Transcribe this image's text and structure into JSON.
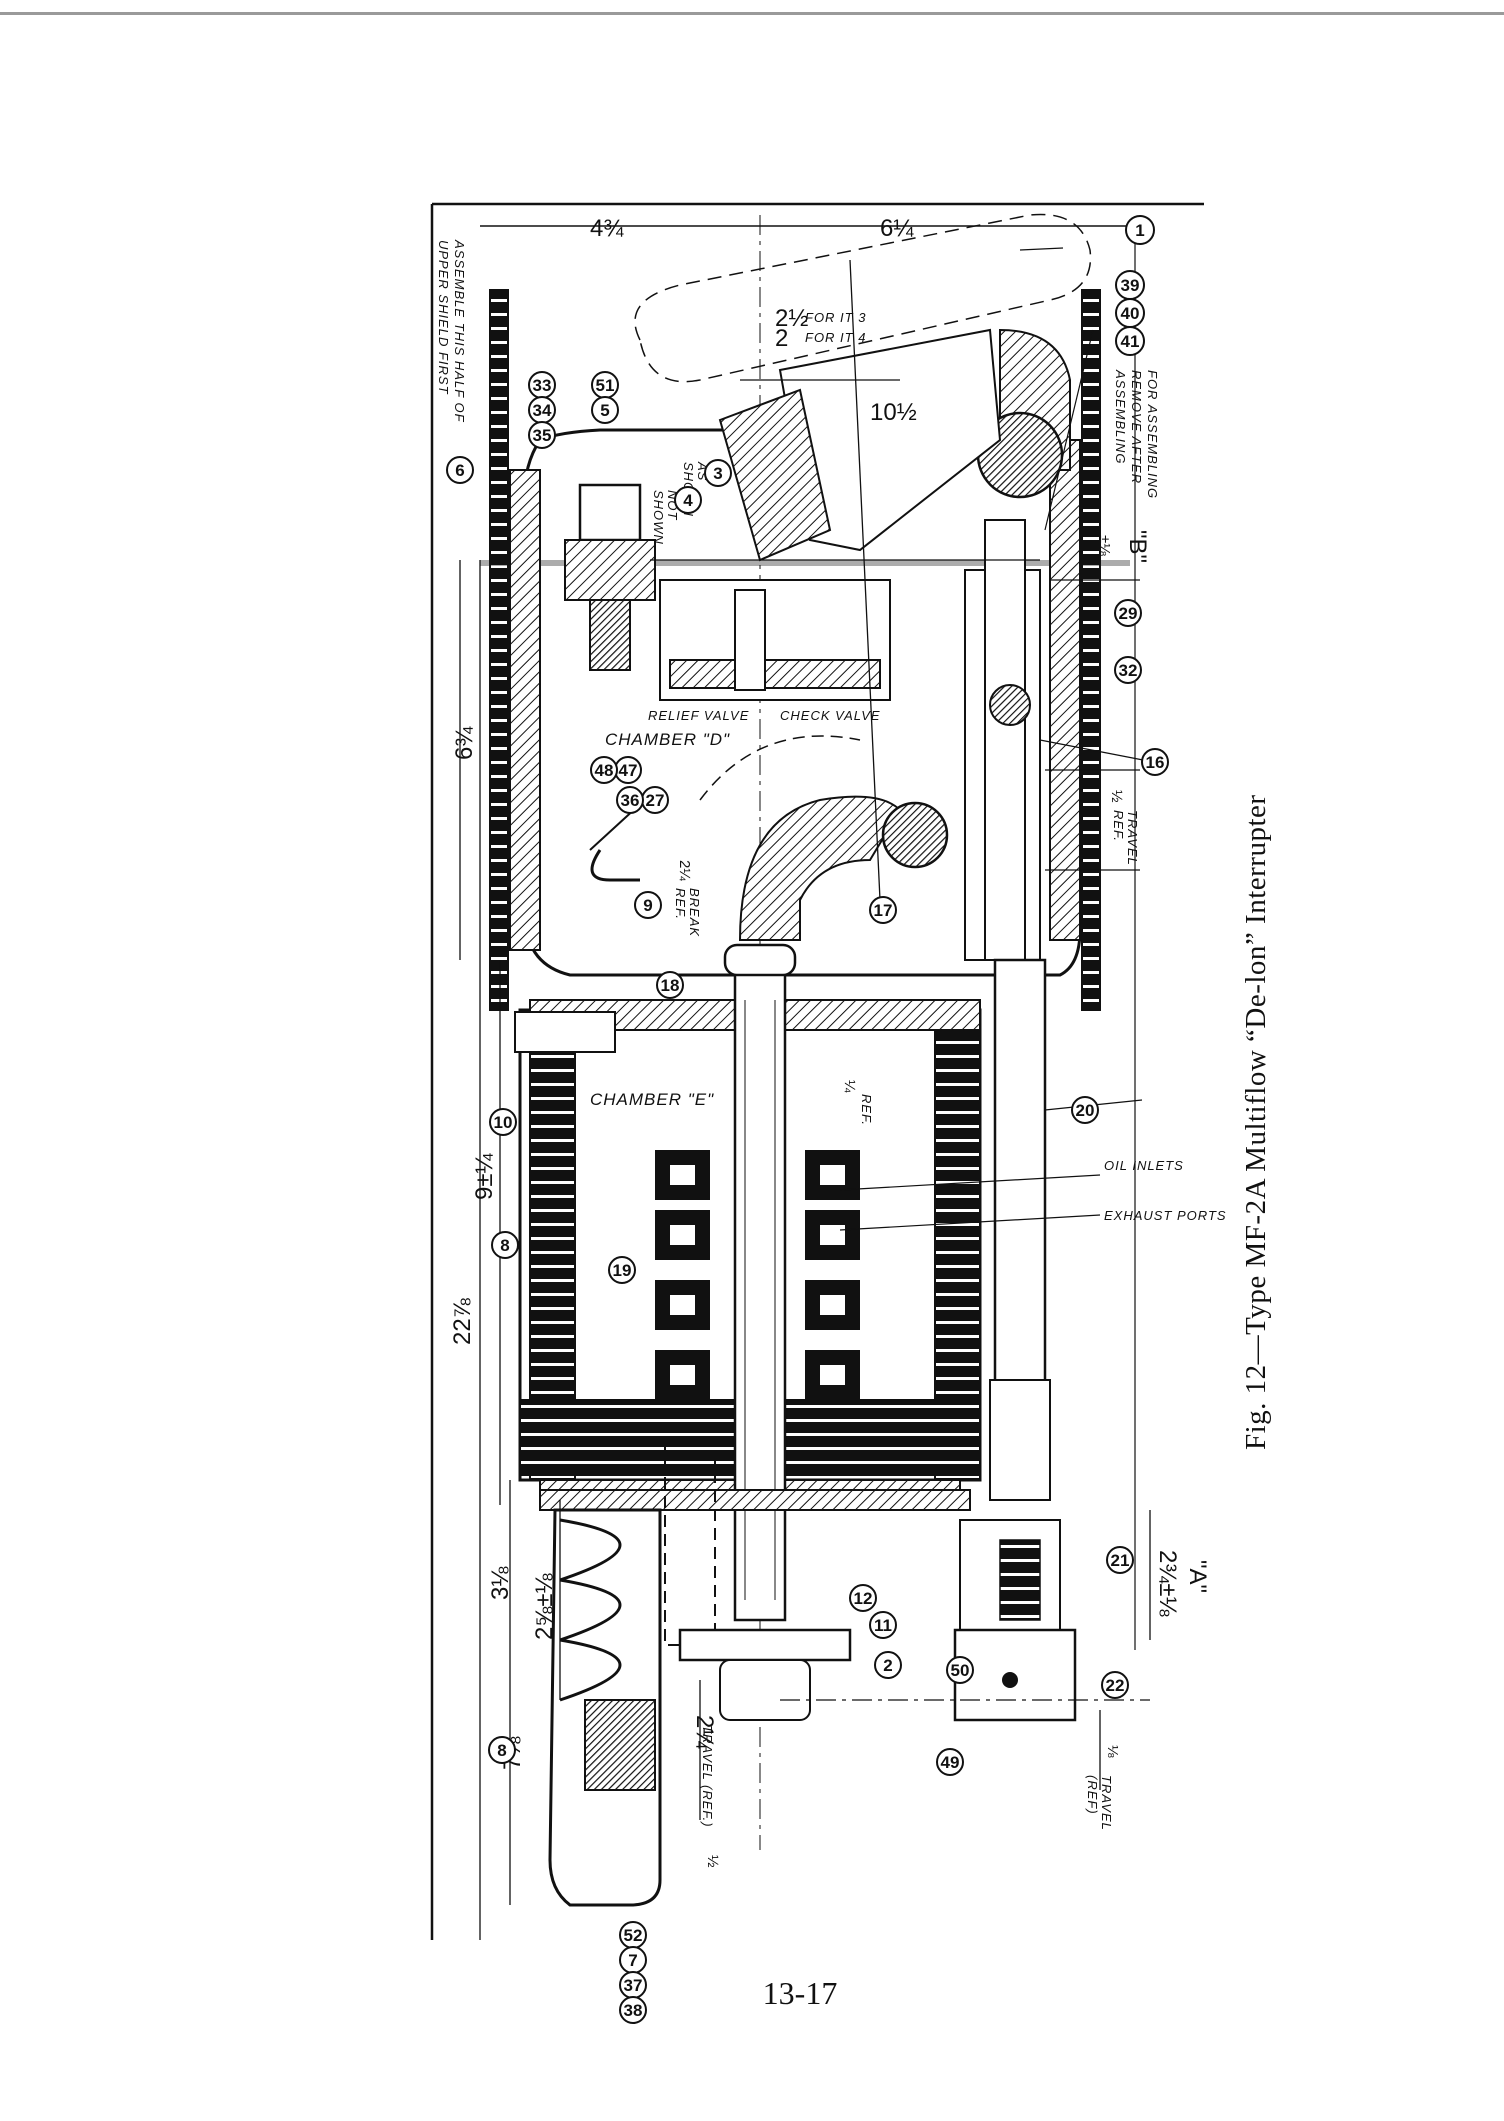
{
  "page": {
    "caption": "Fig. 12—Type MF-2A Multiflow “De-lon” Interrupter",
    "page_number": "13-17"
  },
  "notes": {
    "assemble_upper": "ASSEMBLE THIS HALF OF",
    "assemble_lower": "UPPER SHIELD FIRST",
    "for_assembling_1": "FOR ASSEMBLING",
    "for_assembling_2": "REMOVE AFTER",
    "for_assembling_3": "ASSEMBLING",
    "as_shown_1": "AS",
    "as_shown_2": "SHOWN",
    "not_shown_1": "NOT",
    "not_shown_2": "SHOWN",
    "relief_valve": "RELIEF VALVE",
    "check_valve": "CHECK VALVE",
    "chamber_d": "CHAMBER \"D\"",
    "chamber_e": "CHAMBER \"E\"",
    "oil_inlets": "OIL INLETS",
    "exhaust_ports": "EXHAUST PORTS",
    "travel_ref": "TRAVEL",
    "ref": "REF.",
    "break_ref": "BREAK",
    "travel_ref_paren": "(REF.)",
    "for_it3": "FOR IT 3",
    "for_it4": "FOR IT 4",
    "travel_ref_b": "(REF)"
  },
  "dimensions": {
    "d_4_3_4": "4¾",
    "d_6_1_4_top": "6¼",
    "d_2_1_2": "2½",
    "d_2": "2",
    "d_10_1_2": "10½",
    "d_6_3_4": "6¾",
    "d_9": "9±¼",
    "d_22_7_8": "22⅞",
    "d_3_1_8": "3⅛",
    "d_2_5_8": "2⅝±⅛",
    "d_7_5_8": "7⅝",
    "d_2_1_4_travel": "2¼",
    "d_1_2": "½",
    "d_1_8": "⅛",
    "d_2_1_4_break": "2¼",
    "d_1_4": "¼",
    "d_2_3_4_a": "2¾±⅛",
    "d_a": "\"A\"",
    "d_b": "\"B\"",
    "d_3_16": "±⅛"
  },
  "callouts": {
    "c1": "1",
    "c39": "39",
    "c40": "40",
    "c41": "41",
    "c51": "51",
    "c5": "5",
    "c33": "33",
    "c34": "34",
    "c35": "35",
    "c3": "3",
    "c4": "4",
    "c6": "6",
    "c29": "29",
    "c32": "32",
    "c16": "16",
    "c47": "47",
    "c48": "48",
    "c27": "27",
    "c36": "36",
    "c9": "9",
    "c17": "17",
    "c18": "18",
    "c10": "10",
    "c20": "20",
    "c8a": "8",
    "c19": "19",
    "c21": "21",
    "c12": "12",
    "c11": "11",
    "c50": "50",
    "c22": "22",
    "c2": "2",
    "c49": "49",
    "c8b": "8",
    "c52": "52",
    "c7": "7",
    "c37": "37",
    "c38": "38"
  }
}
